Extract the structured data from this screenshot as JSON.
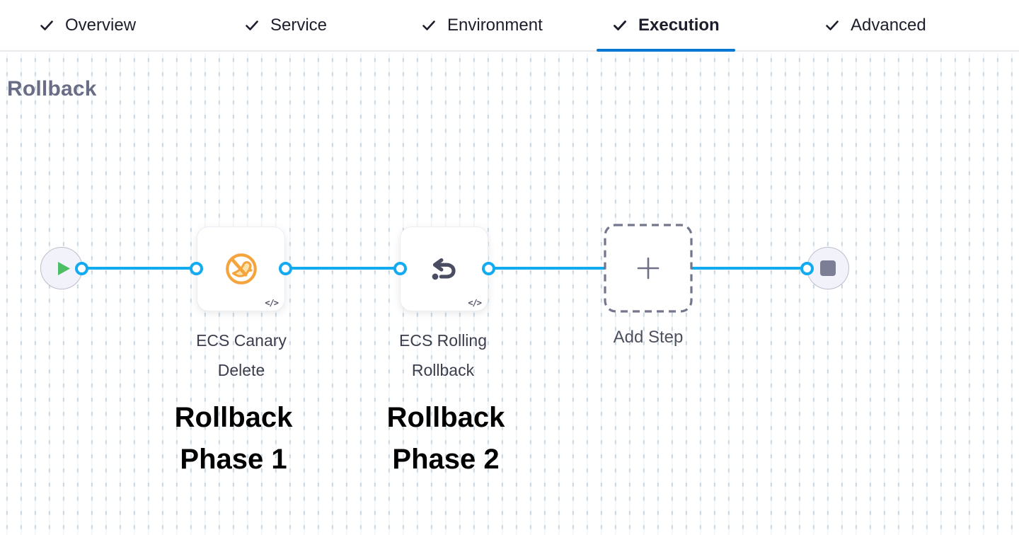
{
  "tab_bar": {
    "tabs": [
      {
        "label": "Overview",
        "completed": true,
        "active": false
      },
      {
        "label": "Service",
        "completed": true,
        "active": false
      },
      {
        "label": "Environment",
        "completed": true,
        "active": false
      },
      {
        "label": "Execution",
        "completed": true,
        "active": true
      },
      {
        "label": "Advanced",
        "completed": true,
        "active": false
      }
    ],
    "check_icon": "check-icon",
    "active_underline_color": "#0278d5"
  },
  "section": {
    "title": "Rollback"
  },
  "pipeline": {
    "start_node": {
      "icon": "play-icon"
    },
    "end_node": {
      "icon": "stop-icon"
    },
    "steps": [
      {
        "label": "ECS Canary Delete",
        "icon": "canary-delete-icon",
        "badge": "</>",
        "annotation": "Rollback Phase 1"
      },
      {
        "label": "ECS Rolling Rollback",
        "icon": "rollback-arrow-icon",
        "badge": "</>",
        "annotation": "Rollback Phase 2"
      }
    ],
    "add_step": {
      "label": "Add Step",
      "icon": "plus-icon"
    },
    "colors": {
      "connector_blue": "#12aaf0",
      "active_tab_blue": "#0278d5",
      "canary_orange": "#f5a33c",
      "canary_fill": "#fbe3ac",
      "play_green": "#4dbe63",
      "node_gray": "#7c7e96",
      "grid_line": "#e9f4fb",
      "grid_dash": "#ccd7df"
    }
  }
}
